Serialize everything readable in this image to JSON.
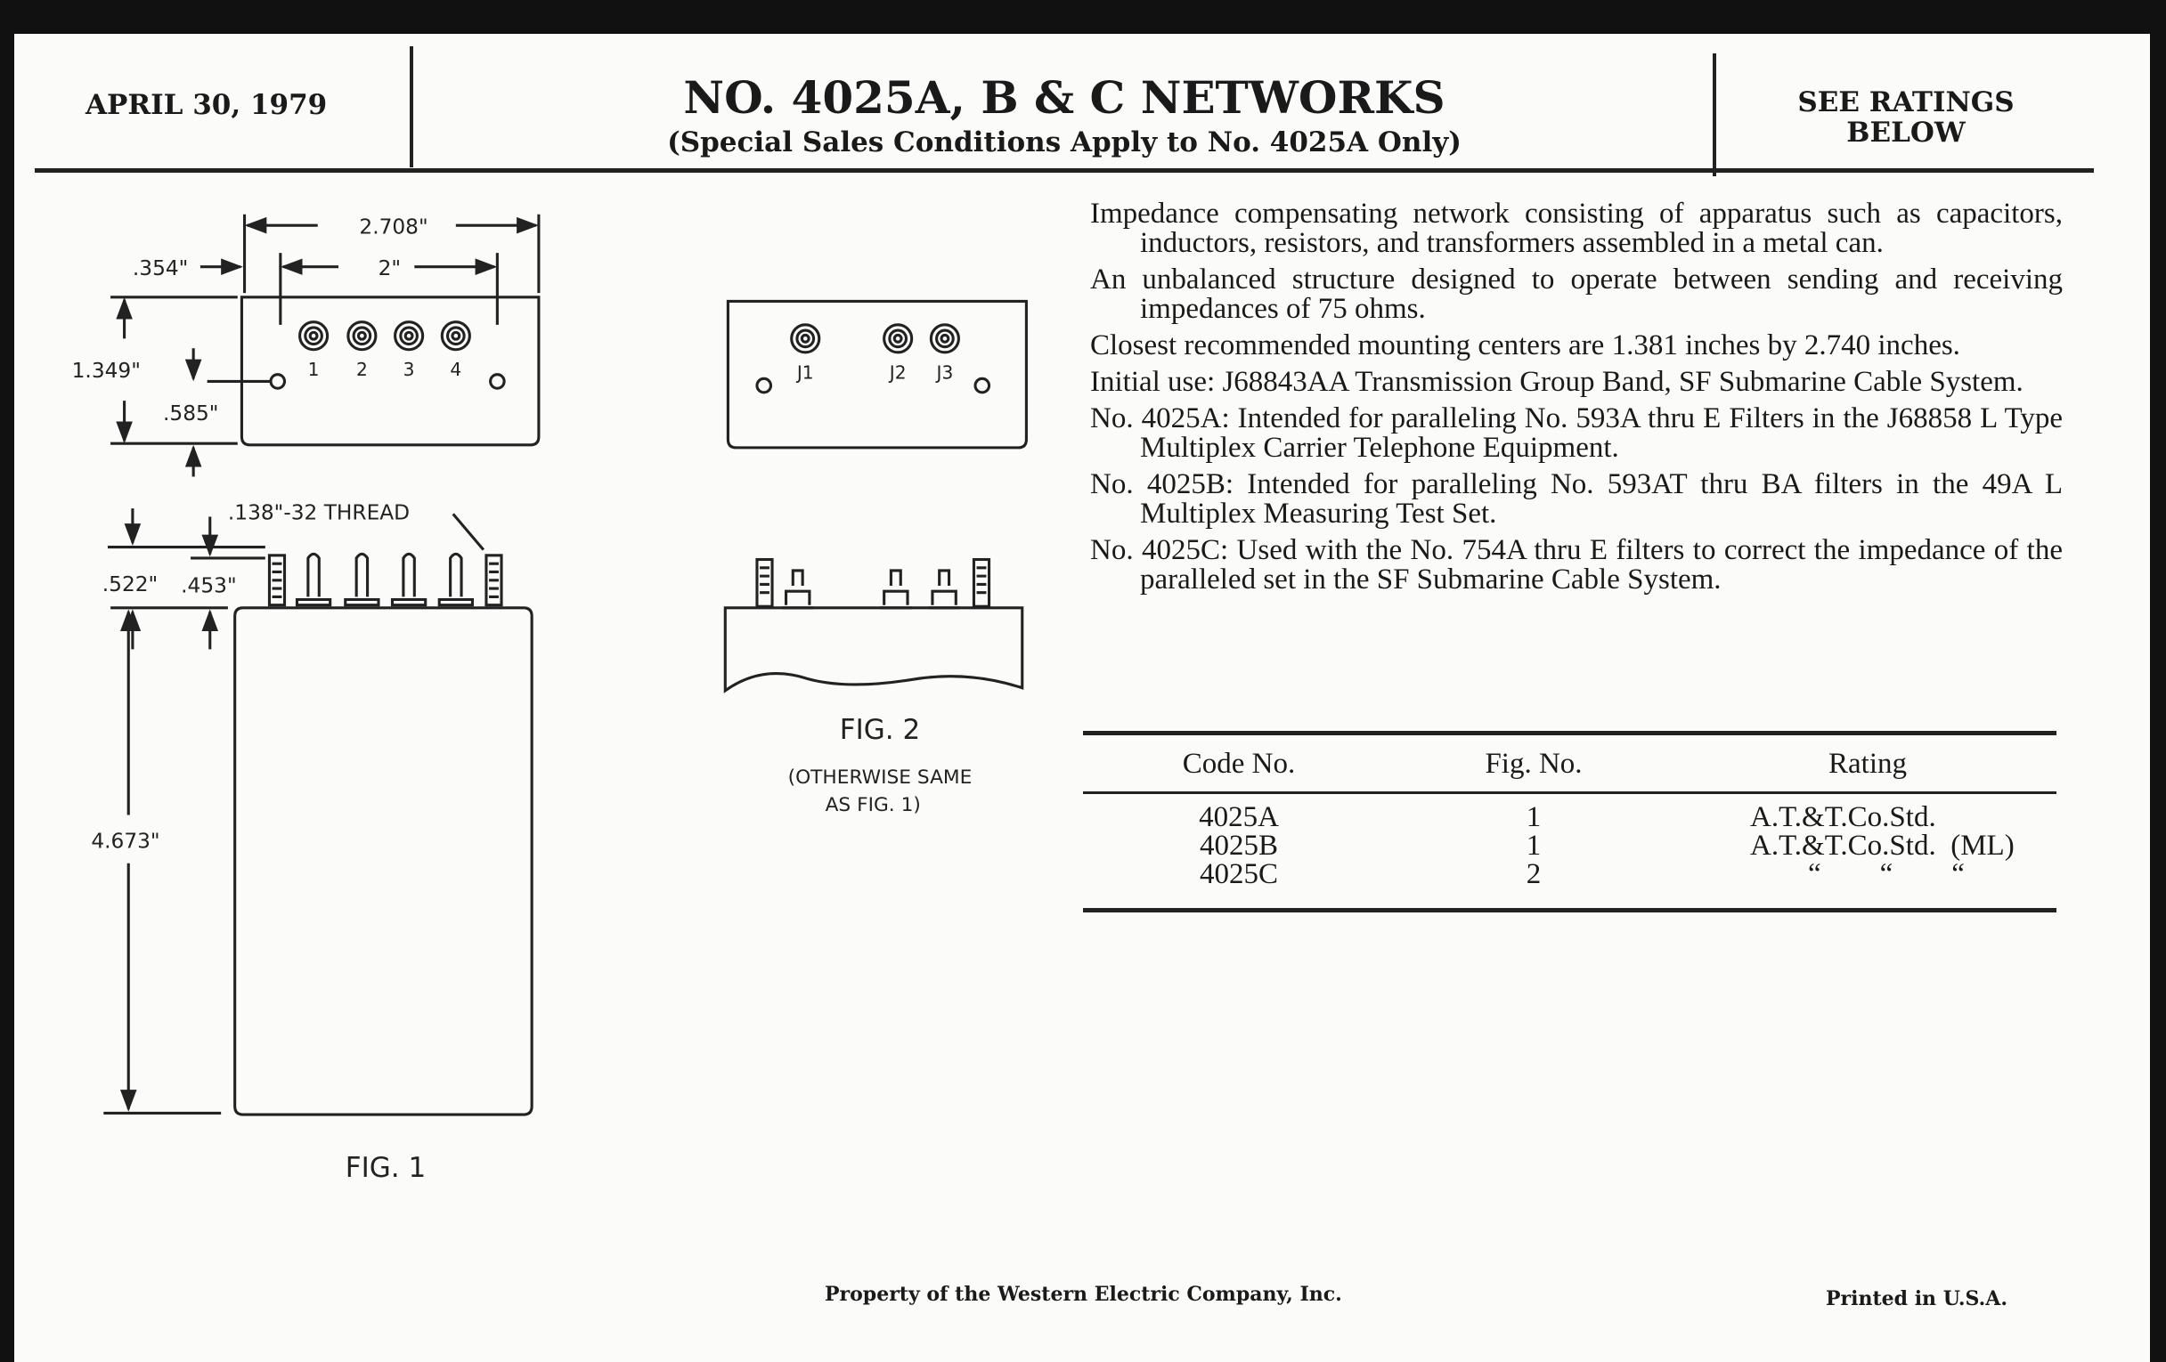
{
  "header": {
    "date": "APRIL 30, 1979",
    "title": "NO. 4025A, B & C NETWORKS",
    "subtitle": "(Special Sales Conditions Apply to No. 4025A Only)",
    "ratings_note_line1": "SEE RATINGS",
    "ratings_note_line2": "BELOW"
  },
  "description": [
    "Impedance compensating network consisting of apparatus such as capacitors, inductors, resistors, and transformers assembled in a metal can.",
    "An unbalanced structure designed to operate between sending and receiving impedances of 75 ohms.",
    "Closest recommended mounting centers are 1.381 inches by 2.740 inches.",
    "Initial use:  J68843AA Transmission Group Band, SF Submarine Cable System.",
    "No. 4025A:  Intended for paralleling No. 593A thru E Filters in the J68858 L Type Multiplex Carrier Telephone Equipment.",
    "No. 4025B:  Intended for paralleling No. 593AT thru BA filters in the 49A L Multiplex Measuring Test Set.",
    "No. 4025C:  Used with the No. 754A thru E filters to correct the impedance of the paralleled set in the SF Submarine Cable System."
  ],
  "table": {
    "headers": [
      "Code No.",
      "Fig. No.",
      "Rating"
    ],
    "rows": [
      {
        "code": "4025A",
        "fig": "1",
        "rating": "A.T.&T.Co.Std."
      },
      {
        "code": "4025B",
        "fig": "1",
        "rating": "A.T.&T.Co.Std.  (ML)"
      },
      {
        "code": "4025C",
        "fig": "2",
        "rating": "“        “        “"
      }
    ]
  },
  "fig1": {
    "dim_width": "2.708\"",
    "dim_centers": "2\"",
    "dim_offset": ".354\"",
    "dim_depth": "1.349\"",
    "dim_hole": ".585\"",
    "terminals": [
      "1",
      "2",
      "3",
      "4"
    ],
    "thread": ".138\"-32 THREAD",
    "dim_stud": ".522\"",
    "dim_post": ".453\"",
    "dim_height": "4.673\"",
    "caption": "FIG. 1"
  },
  "fig2": {
    "terminals": [
      "J1",
      "J2",
      "J3"
    ],
    "caption": "FIG. 2",
    "note_line1": "(OTHERWISE SAME",
    "note_line2": "AS FIG. 1)"
  },
  "footer": {
    "property": "Property of the Western Electric Company, Inc.",
    "printed": "Printed in U.S.A."
  }
}
